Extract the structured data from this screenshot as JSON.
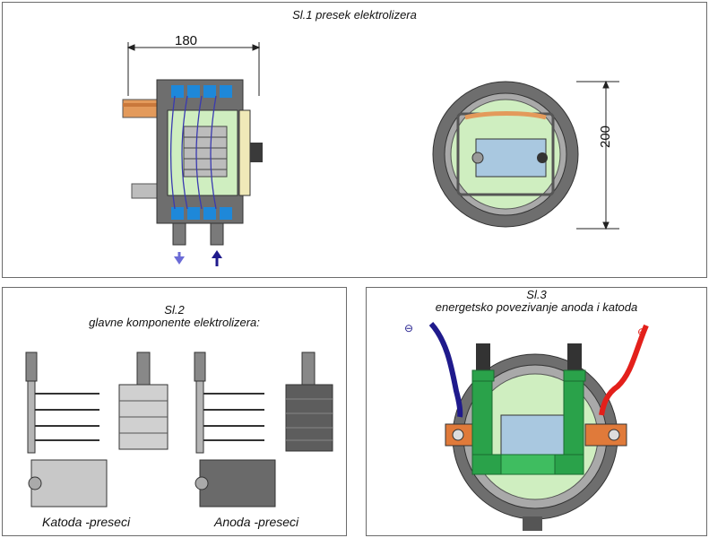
{
  "fig1": {
    "title": "Sl.1 presek elektrolizera",
    "dim_width": "180",
    "dim_height": "200"
  },
  "fig2": {
    "title": "Sl.2",
    "subtitle": "glavne komponente elektrolizera:",
    "label_cathode": "Katoda -preseci",
    "label_anode": "Anoda -preseci"
  },
  "fig3": {
    "title": "Sl.3",
    "subtitle": "energetsko povezivanje anoda i katoda",
    "minus_sign": "⊖",
    "plus_sign": "⊕"
  },
  "colors": {
    "body_gray": "#6e6e6e",
    "blue_seal": "#1e88d9",
    "water_green": "#cfeec0",
    "electrode": "#a9c8e0",
    "wire_blue": "#1f1a8c",
    "wire_red": "#e3201b",
    "bracket_green": "#2aa24a",
    "terminal_orange": "#e07a3a"
  }
}
